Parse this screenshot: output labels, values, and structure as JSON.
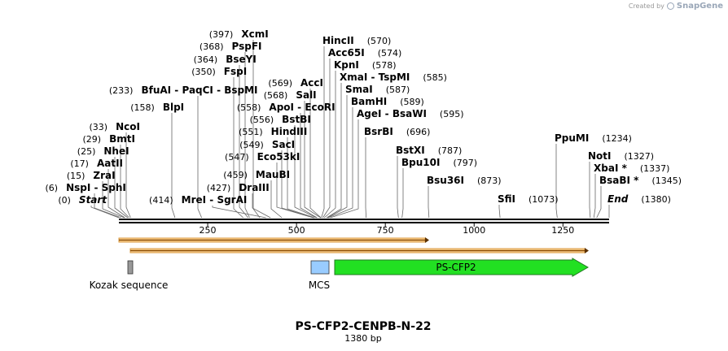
{
  "credit": {
    "text": "Created by",
    "brand": "SnapGene"
  },
  "title": "PS-CFP2-CENPB-N-22",
  "subtitle": "1380 bp",
  "sequence_length": 1380,
  "axis_ticks": [
    250,
    500,
    750,
    1000,
    1250
  ],
  "sites": [
    {
      "pos": 0,
      "names": [
        "Start"
      ],
      "italic": true
    },
    {
      "pos": 6,
      "names": [
        "NspI",
        "SphI"
      ]
    },
    {
      "pos": 15,
      "names": [
        "ZraI"
      ]
    },
    {
      "pos": 17,
      "names": [
        "AatII"
      ]
    },
    {
      "pos": 25,
      "names": [
        "NheI"
      ]
    },
    {
      "pos": 29,
      "names": [
        "BmtI"
      ]
    },
    {
      "pos": 33,
      "names": [
        "NcoI"
      ]
    },
    {
      "pos": 158,
      "names": [
        "BlpI"
      ]
    },
    {
      "pos": 233,
      "names": [
        "BfuAI",
        "PaqCI",
        "BspMI"
      ]
    },
    {
      "pos": 414,
      "names": [
        "MreI",
        "SgrAI"
      ]
    },
    {
      "pos": 427,
      "names": [
        "DraIII"
      ]
    },
    {
      "pos": 459,
      "names": [
        "MauBI"
      ]
    },
    {
      "pos": 547,
      "names": [
        "Eco53kI"
      ]
    },
    {
      "pos": 549,
      "names": [
        "SacI"
      ]
    },
    {
      "pos": 551,
      "names": [
        "HindIII"
      ]
    },
    {
      "pos": 556,
      "names": [
        "BstBI"
      ]
    },
    {
      "pos": 558,
      "names": [
        "ApoI",
        "EcoRI"
      ]
    },
    {
      "pos": 350,
      "names": [
        "FspI"
      ]
    },
    {
      "pos": 364,
      "names": [
        "BseYI"
      ]
    },
    {
      "pos": 368,
      "names": [
        "PspFI"
      ]
    },
    {
      "pos": 397,
      "names": [
        "XcmI"
      ]
    },
    {
      "pos": 568,
      "names": [
        "SalI"
      ]
    },
    {
      "pos": 569,
      "names": [
        "AccI"
      ]
    },
    {
      "pos": 570,
      "names": [
        "HincII"
      ]
    },
    {
      "pos": 574,
      "names": [
        "Acc65I"
      ]
    },
    {
      "pos": 578,
      "names": [
        "KpnI"
      ]
    },
    {
      "pos": 585,
      "names": [
        "XmaI",
        "TspMI"
      ]
    },
    {
      "pos": 587,
      "names": [
        "SmaI"
      ]
    },
    {
      "pos": 589,
      "names": [
        "BamHI"
      ]
    },
    {
      "pos": 595,
      "names": [
        "AgeI",
        "BsaWI"
      ]
    },
    {
      "pos": 696,
      "names": [
        "BsrBI"
      ]
    },
    {
      "pos": 787,
      "names": [
        "BstXI"
      ]
    },
    {
      "pos": 797,
      "names": [
        "Bpu10I"
      ]
    },
    {
      "pos": 873,
      "names": [
        "Bsu36I"
      ]
    },
    {
      "pos": 1073,
      "names": [
        "SfiI"
      ]
    },
    {
      "pos": 1234,
      "names": [
        "PpuMI"
      ]
    },
    {
      "pos": 1327,
      "names": [
        "NotI"
      ]
    },
    {
      "pos": 1337,
      "names": [
        "XbaI *"
      ]
    },
    {
      "pos": 1345,
      "names": [
        "BsaBI *"
      ]
    },
    {
      "pos": 1380,
      "names": [
        "End"
      ],
      "italic": true
    }
  ],
  "features": [
    {
      "name": "Kozak sequence",
      "color": "#999999"
    },
    {
      "name": "MCS",
      "color": "#99ccff"
    },
    {
      "name": "PS-CFP2",
      "color": "#22e022"
    }
  ],
  "colors": {
    "orf_fill": "#ffd699",
    "orf_line": "#8a4a00",
    "feature_text": "#333333"
  }
}
